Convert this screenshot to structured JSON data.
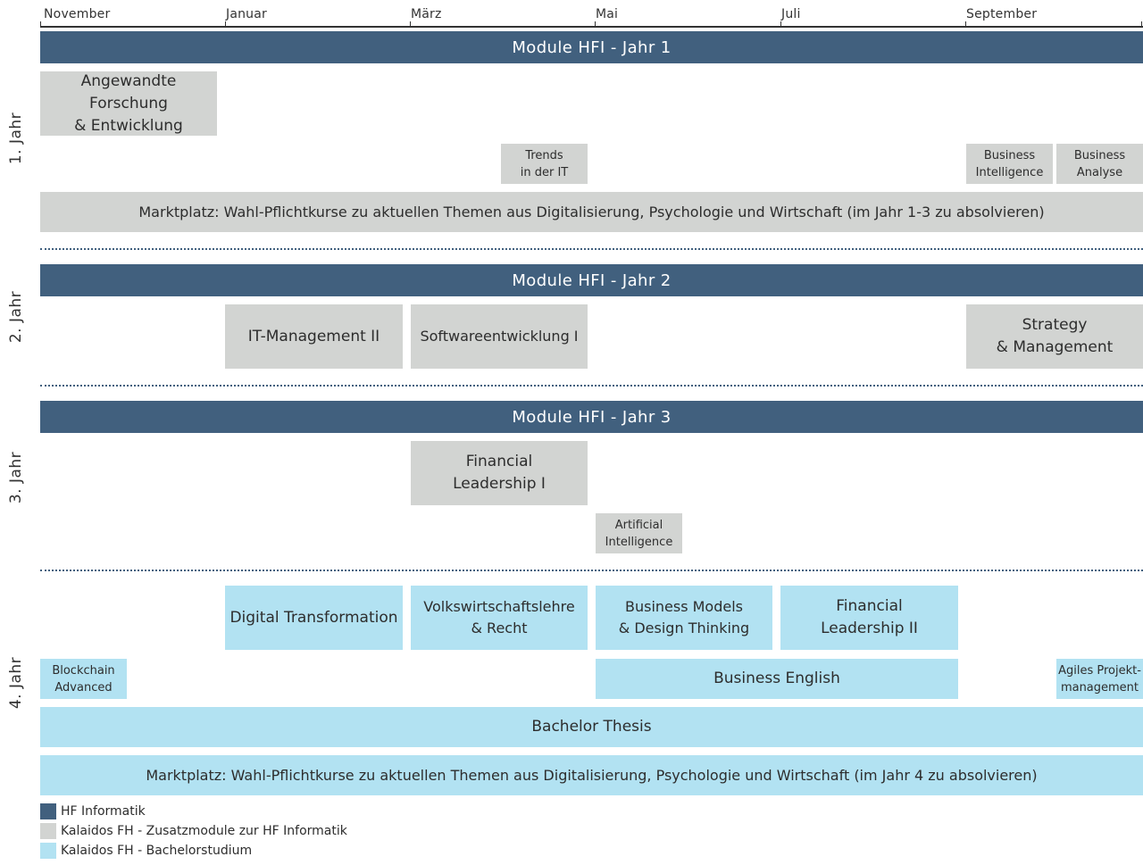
{
  "colors": {
    "hf": "#41607e",
    "zusatz": "#d2d4d2",
    "bachelor": "#b2e2f2"
  },
  "months": [
    "November",
    "Januar",
    "März",
    "Mai",
    "Juli",
    "September"
  ],
  "years": [
    "1. Jahr",
    "2. Jahr",
    "3. Jahr",
    "4. Jahr"
  ],
  "jahr1": {
    "header": "Module HFI - Jahr 1",
    "forschung": "Angewandte Forschung\n& Entwicklung",
    "trends": "Trends\nin der IT",
    "bi": "Business\nIntelligence",
    "ba": "Business\nAnalyse",
    "marktplatz": "Marktplatz: Wahl-Pflichtkurse zu aktuellen Themen aus Digitalisierung, Psychologie und Wirtschaft (im Jahr 1-3 zu absolvieren)"
  },
  "jahr2": {
    "header": "Module HFI - Jahr 2",
    "itm": "IT-Management II",
    "swe": "Softwareentwicklung I",
    "strategy": "Strategy\n& Management"
  },
  "jahr3": {
    "header": "Module HFI - Jahr 3",
    "fl1": "Financial\nLeadership I",
    "ai": "Artificial\nIntelligence"
  },
  "jahr4": {
    "digital": "Digital Transformation",
    "vwl": "Volkswirtschaftslehre\n& Recht",
    "bm": "Business Models\n& Design Thinking",
    "fl2": "Financial\nLeadership II",
    "blockchain": "Blockchain\nAdvanced",
    "english": "Business English",
    "agile": "Agiles Projekt-\nmanagement",
    "thesis": "Bachelor Thesis",
    "marktplatz": "Marktplatz: Wahl-Pflichtkurse zu aktuellen Themen aus Digitalisierung, Psychologie und Wirtschaft (im Jahr 4 zu absolvieren)"
  },
  "legend": [
    "HF Informatik",
    "Kalaidos FH - Zusatzmodule zur HF Informatik",
    "Kalaidos FH - Bachelorstudium"
  ]
}
